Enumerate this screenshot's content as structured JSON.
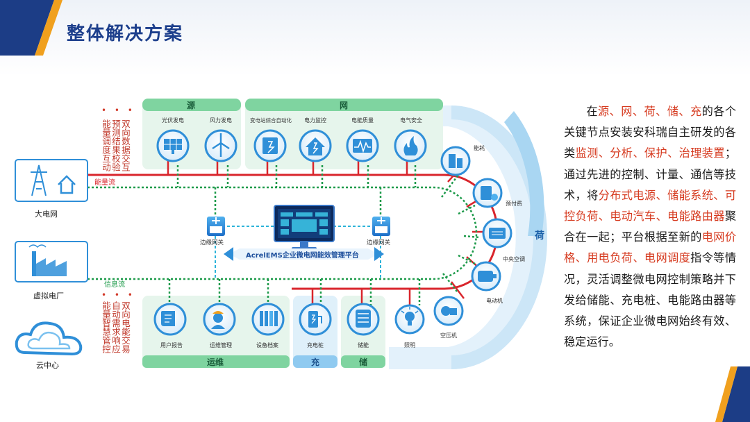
{
  "title": "整体解决方案",
  "sections": {
    "source": "源",
    "grid": "网",
    "load": "荷",
    "ops": "运维",
    "charge": "充",
    "storage": "储"
  },
  "source_items": [
    "光伏发电",
    "风力发电"
  ],
  "grid_items": [
    "变电站综合自动化",
    "电力监控",
    "电能质量",
    "电气安全"
  ],
  "load_items": [
    "能耗",
    "预付费",
    "中央空调",
    "电动机",
    "空压机",
    "照明"
  ],
  "bottom_items": [
    "用户报告",
    "运维管理",
    "设备档案",
    "充电桩",
    "储能"
  ],
  "left_nodes": [
    "大电网",
    "虚拟电厂",
    "云中心"
  ],
  "annot_top": {
    "dots": "• • •",
    "lines": [
      "能量调度互动",
      "预测结果校验",
      "双向数据交互"
    ]
  },
  "annot_bottom": {
    "dots": "• • •",
    "lines": [
      "能量智慧管控",
      "自动需求响应",
      "双向电能交易"
    ]
  },
  "energy_flow": "能量流",
  "info_flow": "信息流",
  "gateway": "边缘网关",
  "platform": "AcrelEMS企业微电网能效管理平台",
  "paragraph": [
    {
      "t": "在",
      "h": false
    },
    {
      "t": "源、网、荷、储、充",
      "h": true
    },
    {
      "t": "的各个关键节点安装安科瑞自主研发的各类",
      "h": false
    },
    {
      "t": "监测、分析、保护、治理装置",
      "h": true
    },
    {
      "t": "；通过先进的控制、计量、通信等技术，将",
      "h": false
    },
    {
      "t": "分布式电源、储能系统、可控负荷、电动汽车、电能路由器",
      "h": true
    },
    {
      "t": "聚合在一起；平台根据至新的",
      "h": false
    },
    {
      "t": "电网价格、用电负荷、电网调度",
      "h": true
    },
    {
      "t": "指令等情况，灵活调整微电网控制策略并下发给储能、充电桩、电能路由器等系统，保证企业微电网始终有效、稳定运行。",
      "h": false
    }
  ],
  "colors": {
    "title": "#1d3f8c",
    "energy": "#d9252c",
    "info": "#1d9a4a",
    "panel": "#e8f6ee",
    "panel_head": "#78d29a",
    "load_panel": "#dff0fa",
    "icon": "#2f8fd8",
    "accent": "#d63a1f"
  }
}
